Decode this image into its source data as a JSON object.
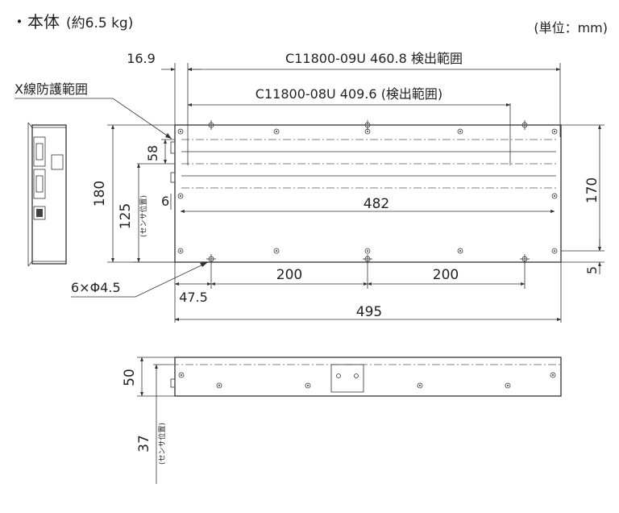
{
  "header": {
    "title": "・本体",
    "weight": "(約6.5 kg)",
    "unit": "(単位：mm)"
  },
  "top_view": {
    "dim_offset": "16.9",
    "dim_09u": "C11800-09U 460.8 検出範囲",
    "dim_08u": "C11800-08U 409.6 (検出範囲)",
    "xray_label": "X線防護範囲",
    "dim_58": "58",
    "dim_6": "6",
    "dim_180": "180",
    "dim_125": "125",
    "sensor_pos": "(センサ位置)",
    "dim_482": "482",
    "dim_170": "170",
    "dim_5": "5",
    "holes": "6×Φ4.5",
    "dim_200a": "200",
    "dim_200b": "200",
    "dim_47_5": "47.5",
    "dim_495": "495"
  },
  "front_view": {
    "dim_50": "50",
    "dim_37": "37",
    "sensor_pos": "(センサ位置)"
  }
}
